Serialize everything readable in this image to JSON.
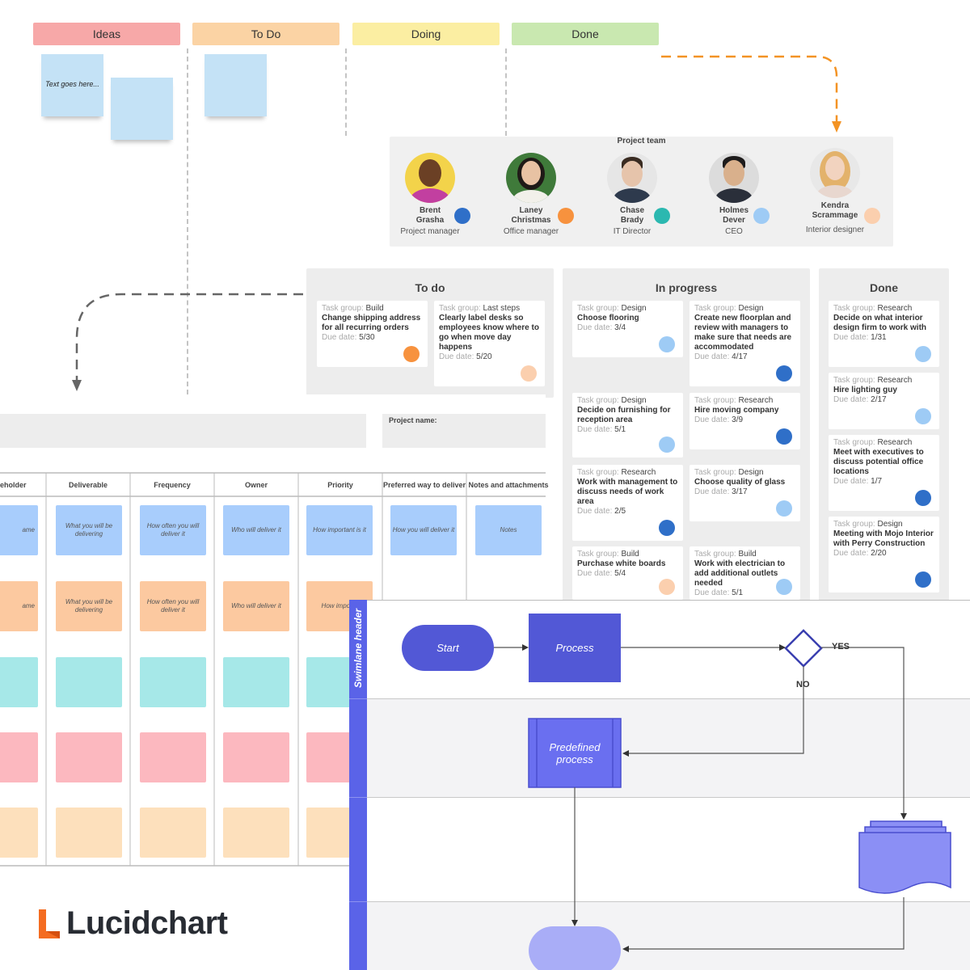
{
  "kanban": {
    "columns": [
      {
        "label": "Ideas",
        "color": "#f7a8a8"
      },
      {
        "label": "To Do",
        "color": "#fbd3a4"
      },
      {
        "label": "Doing",
        "color": "#fbeea2"
      },
      {
        "label": "Done",
        "color": "#c9e8b0"
      }
    ],
    "sticky_text": "Text goes here..."
  },
  "team": {
    "title": "Project team",
    "members": [
      {
        "name_line1": "Brent",
        "name_line2": "Grasha",
        "role": "Project manager",
        "dot_color": "#2f6fc8",
        "skin": "#6b4025"
      },
      {
        "name_line1": "Laney",
        "name_line2": "Christmas",
        "role": "Office manager",
        "dot_color": "#f7923e",
        "skin": "#e8c2a3"
      },
      {
        "name_line1": "Chase",
        "name_line2": "Brady",
        "role": "IT Director",
        "dot_color": "#2bb8b0",
        "skin": "#e6c4ab"
      },
      {
        "name_line1": "Holmes",
        "name_line2": "Dever",
        "role": "CEO",
        "dot_color": "#9ecbf5",
        "skin": "#d9b08c"
      },
      {
        "name_line1": "Kendra",
        "name_line2": "Scrammage",
        "role": "Interior designer",
        "dot_color": "#fbcfae",
        "skin": "#f2d3bf"
      }
    ]
  },
  "board": {
    "group_prefix": "Task group:",
    "due_prefix": "Due date:",
    "columns": [
      {
        "title": "To do"
      },
      {
        "title": "In progress"
      },
      {
        "title": "Done"
      }
    ],
    "cards": [
      {
        "group": "Build",
        "title": "Change shipping address for all recurring orders",
        "due": "5/30",
        "dot": "#f7923e"
      },
      {
        "group": "Last steps",
        "title": "Clearly label desks so employees know where to go when move day happens",
        "due": "5/20",
        "dot": "#fbcfae"
      },
      {
        "group": "Design",
        "title": "Choose flooring",
        "due": "3/4",
        "dot": "#9ecbf5"
      },
      {
        "group": "Design",
        "title": "Create new floorplan and review with managers to make sure that needs are accommodated",
        "due": "4/17",
        "dot": "#2f6fc8"
      },
      {
        "group": "Design",
        "title": "Decide on furnishing for reception area",
        "due": "5/1",
        "dot": "#9ecbf5"
      },
      {
        "group": "Research",
        "title": "Hire moving company",
        "due": "3/9",
        "dot": "#2f6fc8"
      },
      {
        "group": "Research",
        "title": "Work with management to discuss needs of work area",
        "due": "2/5",
        "dot": "#2f6fc8"
      },
      {
        "group": "Design",
        "title": "Choose quality of glass",
        "due": "3/17",
        "dot": "#9ecbf5"
      },
      {
        "group": "Build",
        "title": "Purchase white boards",
        "due": "5/4",
        "dot": "#fbcfae"
      },
      {
        "group": "Build",
        "title": "Work with electrician to add additional outlets needed",
        "due": "5/1",
        "dot": "#9ecbf5"
      },
      {
        "group": "Research",
        "title": "Decide on what interior design firm to work with",
        "due": "1/31",
        "dot": "#9ecbf5"
      },
      {
        "group": "Research",
        "title": "Hire lighting guy",
        "due": "2/17",
        "dot": "#9ecbf5"
      },
      {
        "group": "Research",
        "title": "Meet with executives to discuss potential office locations",
        "due": "1/7",
        "dot": "#2f6fc8"
      },
      {
        "group": "Design",
        "title": "Meeting with Mojo Interior with Perry Construction",
        "due": "2/20",
        "dot": "#2f6fc8"
      }
    ]
  },
  "stakeholder_table": {
    "project_name_label": "Project name:",
    "headers": [
      "eholder",
      "Deliverable",
      "Frequency",
      "Owner",
      "Priority",
      "Preferred way to deliver",
      "Notes and attachments"
    ],
    "row1_notes": [
      "ame",
      "What you will be delivering",
      "How often you will deliver it",
      "Who will deliver it",
      "How important is it",
      "How you will deliver it",
      "Notes"
    ],
    "row2_notes": [
      "ame",
      "What you will be delivering",
      "How often you will deliver it",
      "Who will deliver it",
      "How importa"
    ],
    "row_colors": [
      "#a8cdfc",
      "#fcc9a0",
      "#a6e8e8",
      "#fcb8bf",
      "#fde0bc"
    ]
  },
  "swimlane": {
    "header_label": "Swimlane header",
    "start_label": "Start",
    "process_label": "Process",
    "predefined_label": "Predefined process",
    "yes_label": "YES",
    "no_label": "NO",
    "primary_color": "#5258d6",
    "secondary_color": "#6a6ff0",
    "light_color": "#a9adf7"
  },
  "logo": {
    "text": "Lucidchart",
    "accent": "#f46c21"
  }
}
